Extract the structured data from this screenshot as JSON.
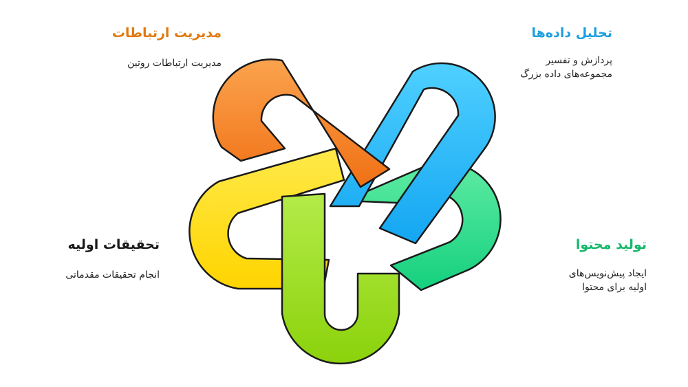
{
  "blocks": {
    "communication": {
      "title": "مدیریت ارتباطات",
      "desc": [
        "مدیریت ارتباطات روتین"
      ],
      "color": "#E07A12"
    },
    "data_analysis": {
      "title": "تحلیل داده‌ها",
      "desc": [
        "پردازش و تفسیر",
        "مجموعه‌های داده بزرگ"
      ],
      "color": "#1E9FE0"
    },
    "content": {
      "title": "تولید محتوا",
      "desc": [
        "ایجاد پیش‌نویس‌های",
        "اولیه برای محتوا"
      ],
      "color": "#16B86A"
    },
    "research": {
      "title": "تحقیقات اولیه",
      "desc": [
        "انجام تحقیقات مقدماتی"
      ],
      "color": "#1A1A1A"
    }
  },
  "loops": {
    "orange": {
      "light": "#FBA34E",
      "dark": "#F07014"
    },
    "blue": {
      "light": "#4FD0FF",
      "dark": "#14A6F2"
    },
    "green": {
      "light": "#5EEBA2",
      "dark": "#14D07E"
    },
    "yellow": {
      "light": "#FFE94A",
      "dark": "#FFD500"
    },
    "lime": {
      "light": "#B4EB48",
      "dark": "#8BD20C"
    }
  }
}
